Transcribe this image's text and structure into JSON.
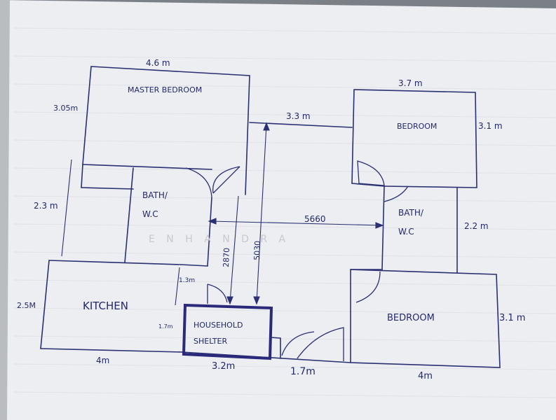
{
  "watermark": "E N H A N D R A",
  "rooms": {
    "master_bedroom": "MASTER BEDROOM",
    "bedroom_top": "BEDROOM",
    "bedroom_bottom": "BEDROOM",
    "bath_left_1": "BATH/",
    "bath_left_2": "W.C",
    "bath_right_1": "BATH/",
    "bath_right_2": "W.C",
    "kitchen": "KITCHEN",
    "shelter_1": "HOUSEHOLD",
    "shelter_2": "SHELTER"
  },
  "dims": {
    "master_width": "4.6 m",
    "master_height": "3.05m",
    "corridor_width": "3.3 m",
    "bedroom_top_width": "3.7 m",
    "bedroom_top_height": "3.1 m",
    "bath_left_height": "2.3 m",
    "corridor_span": "5660",
    "bath_right_height": "2.2 m",
    "vertical_2870": "2870",
    "vertical_5030": "5030",
    "shelter_gap": "1.3m",
    "kitchen_height": "2.5M",
    "shelter_height": "1.7m",
    "kitchen_width": "4m",
    "shelter_width": "3.2m",
    "entrance_width": "1.7m",
    "bedroom_bottom_width": "4m",
    "bedroom_bottom_height": "3.1 m"
  }
}
